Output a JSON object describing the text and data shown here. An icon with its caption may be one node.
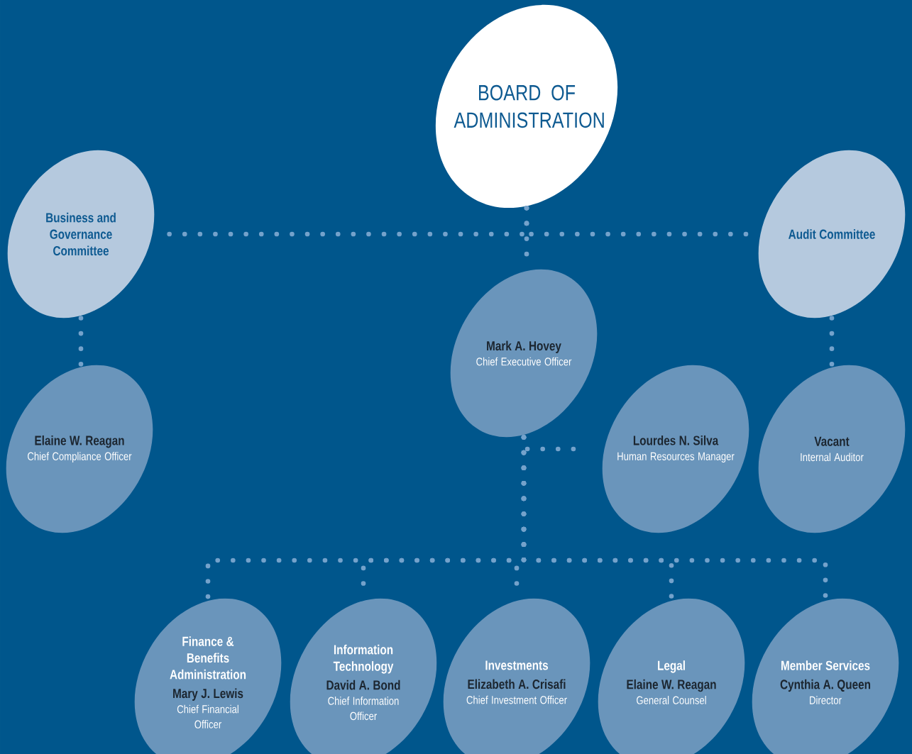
{
  "diagram": {
    "nodes": [
      {
        "text": [
          "BOARD OF ADMINISTRATION"
        ]
      },
      {
        "text": [
          "Business and Governance Committee"
        ]
      },
      {
        "text": [
          "Audit Committee"
        ]
      },
      {
        "text": [
          "Mark A. Hovey",
          "Chief Executive Officer"
        ]
      },
      {
        "text": [
          "Elaine W. Reagan",
          "Chief Compliance Officer"
        ]
      },
      {
        "text": [
          "Lourdes N. Silva",
          "Human Resources Manager"
        ]
      },
      {
        "text": [
          "Vacant",
          "Internal Auditor"
        ]
      },
      {
        "text": [
          "Finance & Benefits Administration",
          "Mary J. Lewis",
          "Chief Financial Officer"
        ]
      },
      {
        "text": [
          "Information Technology",
          "David A. Bond",
          "Chief Information Officer"
        ]
      },
      {
        "text": [
          "Investments",
          "Elizabeth A. Crisafi",
          "Chief Investment Officer"
        ]
      },
      {
        "text": [
          "Legal",
          "Elaine W. Reagan",
          "General Counsel"
        ]
      },
      {
        "text": [
          "Member Services",
          "Cynthia A. Queen",
          "Director"
        ]
      }
    ],
    "edges": [
      {
        "from": 0,
        "to": 1,
        "arrow": "none"
      },
      {
        "from": 0,
        "to": 2,
        "arrow": "none"
      },
      {
        "from": 0,
        "to": 3,
        "arrow": "none"
      },
      {
        "from": 1,
        "to": 4,
        "arrow": "none"
      },
      {
        "from": 2,
        "to": 6,
        "arrow": "none"
      },
      {
        "from": 3,
        "to": 5,
        "arrow": "none"
      },
      {
        "from": 3,
        "to": 7,
        "arrow": "none"
      },
      {
        "from": 3,
        "to": 8,
        "arrow": "none"
      },
      {
        "from": 3,
        "to": 9,
        "arrow": "none"
      },
      {
        "from": 3,
        "to": 10,
        "arrow": "none"
      },
      {
        "from": 3,
        "to": 11,
        "arrow": "none"
      }
    ]
  }
}
